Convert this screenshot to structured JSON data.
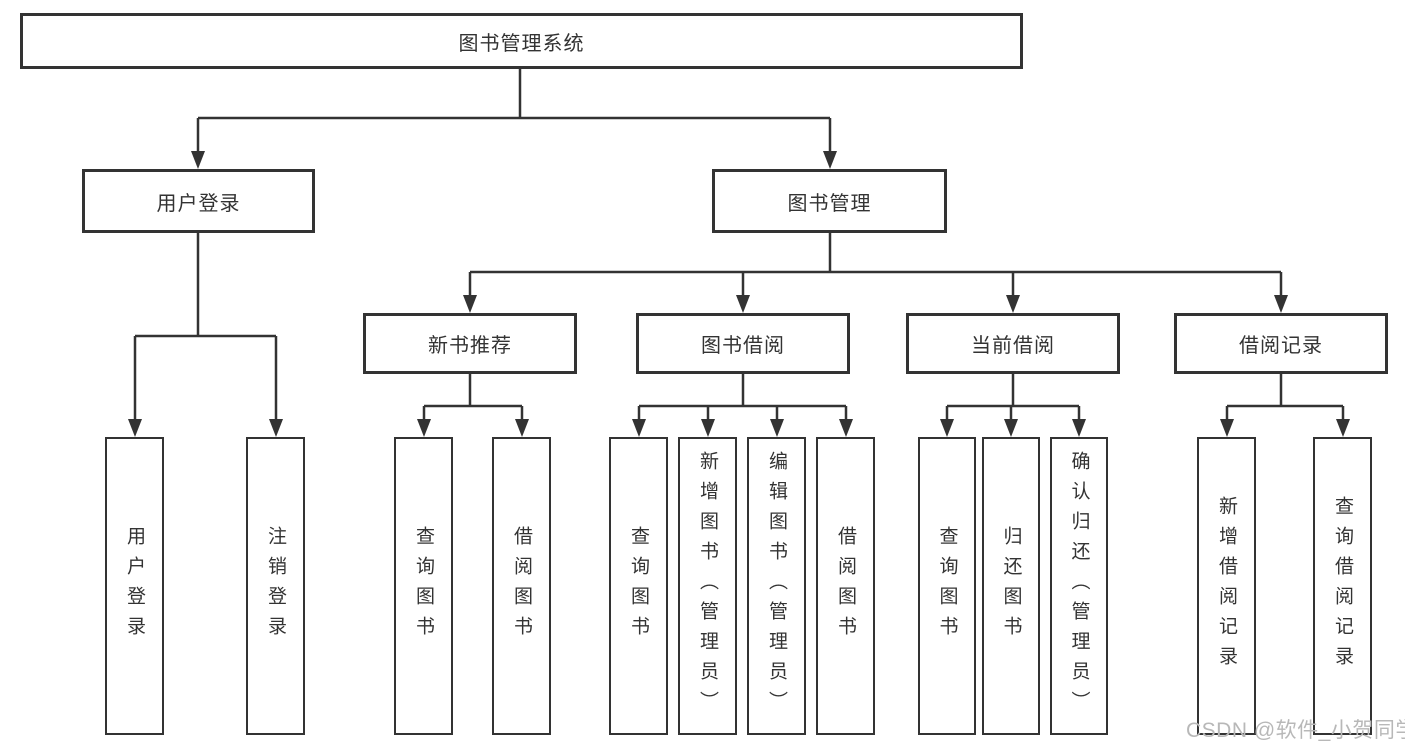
{
  "diagram_title": "图书管理系统",
  "colors": {
    "background": "#ffffff",
    "line": "#333333",
    "box_border": "#333333",
    "text": "#333333",
    "watermark": "#b8b8b8"
  },
  "tree": {
    "label": "图书管理系统",
    "children": [
      {
        "label": "用户登录",
        "children": [
          {
            "label": "用户登录"
          },
          {
            "label": "注销登录"
          }
        ]
      },
      {
        "label": "图书管理",
        "children": [
          {
            "label": "新书推荐",
            "children": [
              {
                "label": "查询图书"
              },
              {
                "label": "借阅图书"
              }
            ]
          },
          {
            "label": "图书借阅",
            "children": [
              {
                "label": "查询图书"
              },
              {
                "label": "新增图书（管理员）"
              },
              {
                "label": "编辑图书（管理员）"
              },
              {
                "label": "借阅图书"
              }
            ]
          },
          {
            "label": "当前借阅",
            "children": [
              {
                "label": "查询图书"
              },
              {
                "label": "归还图书"
              },
              {
                "label": "确认归还（管理员）"
              }
            ]
          },
          {
            "label": "借阅记录",
            "children": [
              {
                "label": "新增借阅记录"
              },
              {
                "label": "查询借阅记录"
              }
            ]
          }
        ]
      }
    ]
  },
  "watermark": {
    "text": "CSDN @软件_小贺同学"
  }
}
